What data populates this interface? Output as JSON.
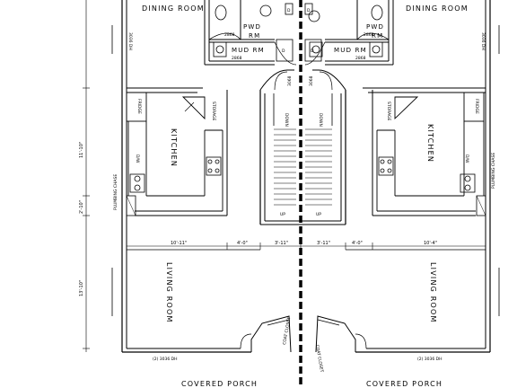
{
  "rooms": {
    "dining_room": "DINING ROOM",
    "kitchen": "KITCHEN",
    "living_room": "LIVING ROOM",
    "covered_porch": "COVERED PORCH",
    "mud_rm": "MUD RM",
    "pwd": "PWD",
    "rm": "RM"
  },
  "fixtures": {
    "storage": "STORAGE",
    "fridge": "FRIDGE",
    "plumbing_chase": "PLUMBING CHASE",
    "dw": "D/W",
    "coat_closet": "COAT CLOSET",
    "door_d": "D",
    "down": "DOWN",
    "up": "UP"
  },
  "doors": {
    "d2868": "2868",
    "d3068": "3068",
    "window_dh": "(2) 3036 DH",
    "window_single": "3036 DH"
  },
  "dimensions": {
    "d10_11": "10'-11\"",
    "d4_0": "4'-0\"",
    "d3_11": "3'-11\"",
    "d10_4": "10'-4\"",
    "d11_10": "11'-10\"",
    "d2_10": "2'-10\"",
    "d13_10": "13'-10\""
  }
}
